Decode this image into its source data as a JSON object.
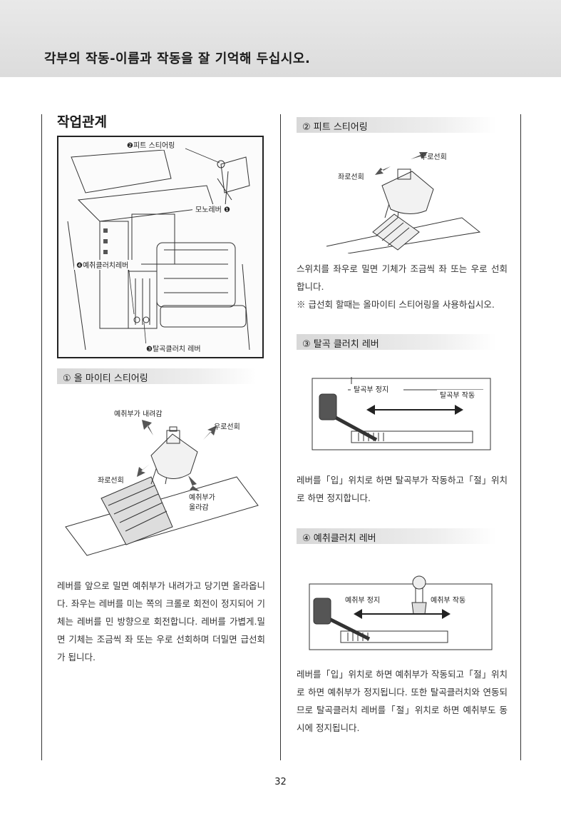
{
  "header": {
    "title": "각부의 작동-이름과 작동을 잘 기억해 두십시오."
  },
  "section": {
    "title": "작업관계"
  },
  "cockpit_figure": {
    "labels": {
      "pit_steering": "❷피트 스티어링",
      "mono_lever": "모노레버 ❶",
      "reaper_clutch": "❹예취클러치레버",
      "thresher_clutch": "❸탈곡클러치 레버"
    }
  },
  "s1": {
    "title": "① 올 마이티 스티어링",
    "labels": {
      "down": "예취부가 내려감",
      "right": "우로선회",
      "left": "좌로선회",
      "up_1": "예취부가",
      "up_2": "올라감"
    },
    "text": "레버를 앞으로 밀면 예취부가 내려가고 당기면 올라옵니다. 좌우는 레버를 미는 쪽의 크롤로 회전이 정지되어 기체는 레버를 민 방향으로 회전합니다. 레버를 가볍게.밀면 기체는 조금씩 좌 또는 우로 선회하며 더밀면 급선회가 됩니다."
  },
  "s2": {
    "title": "② 피트 스티어링",
    "labels": {
      "right": "우로선회",
      "left": "좌로선회"
    },
    "text": "스위치를 좌우로 밀면 기체가 조금씩 좌 또는 우로 선회합니다.",
    "note": "※ 급선회 할때는 올마이티 스티어링을 사용하십시오."
  },
  "s3": {
    "title": "③ 탈곡 클러치 레버",
    "labels": {
      "stop": "탈곡부 정지",
      "run": "탈곡부 작동"
    },
    "text": "레버를「입」위치로 하면 탈곡부가 작동하고「절」위치로 하면 정지합니다."
  },
  "s4": {
    "title": "④ 예취클러치 레버",
    "labels": {
      "stop": "예취부 정지",
      "run": "예취부 작동"
    },
    "text": "레버를「입」위치로 하면 예취부가 작동되고「절」위치로 하면 예취부가 정지됩니다. 또한 탈곡클러치와 연동되므로 탈곡클러치 레버를「절」위치로 하면 예취부도 동시에 정지됩니다."
  },
  "page_number": "32"
}
